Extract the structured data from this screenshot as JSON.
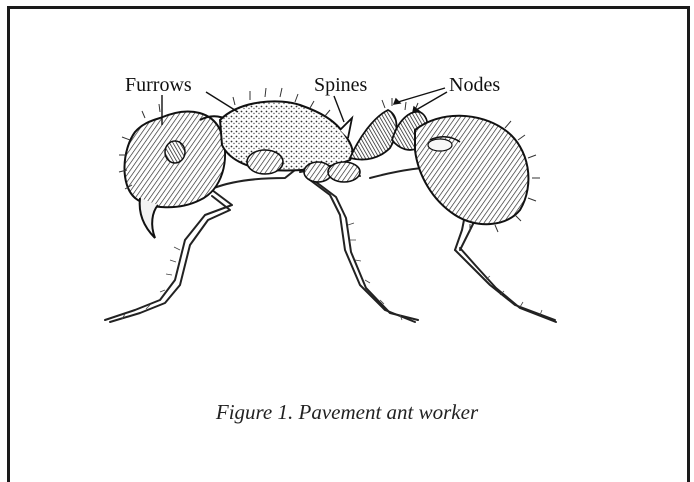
{
  "figure": {
    "labels": {
      "furrows": "Furrows",
      "spines": "Spines",
      "nodes": "Nodes"
    },
    "caption": "Figure 1. Pavement ant worker"
  }
}
